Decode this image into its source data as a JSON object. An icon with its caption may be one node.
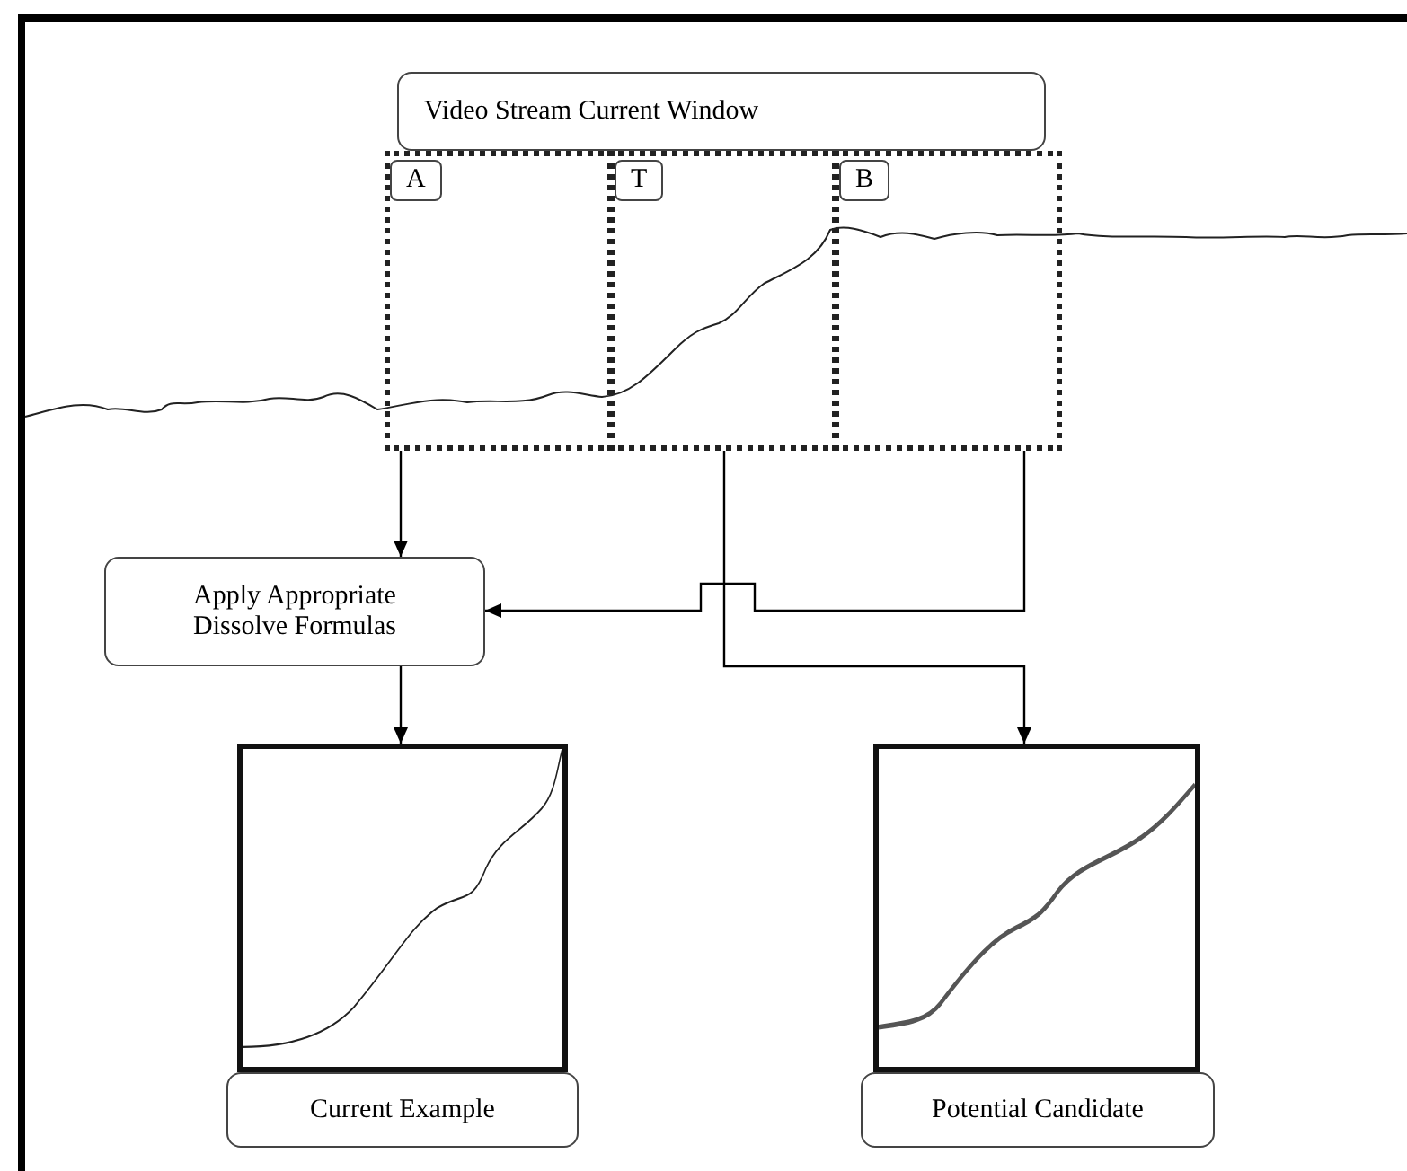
{
  "diagram": {
    "nodes": [
      {
        "text": [
          "Video Stream Current Window"
        ]
      },
      {
        "text": [
          "A"
        ]
      },
      {
        "text": [
          "T"
        ]
      },
      {
        "text": [
          "B"
        ]
      },
      {
        "text": [
          "Apply Appropriate Dissolve Formulas"
        ]
      },
      {
        "text": [],
        "shape": "box"
      },
      {
        "text": [
          "Current Example"
        ]
      },
      {
        "text": [],
        "shape": "box"
      },
      {
        "text": [
          "Potential Candidate"
        ]
      }
    ],
    "edges": [
      {
        "from": 1,
        "to": 4,
        "arrow": "to"
      },
      {
        "from": 3,
        "to": 4,
        "arrow": "to"
      },
      {
        "from": 2,
        "to": 7,
        "arrow": "to"
      },
      {
        "from": 4,
        "to": 5,
        "arrow": "to"
      }
    ]
  }
}
